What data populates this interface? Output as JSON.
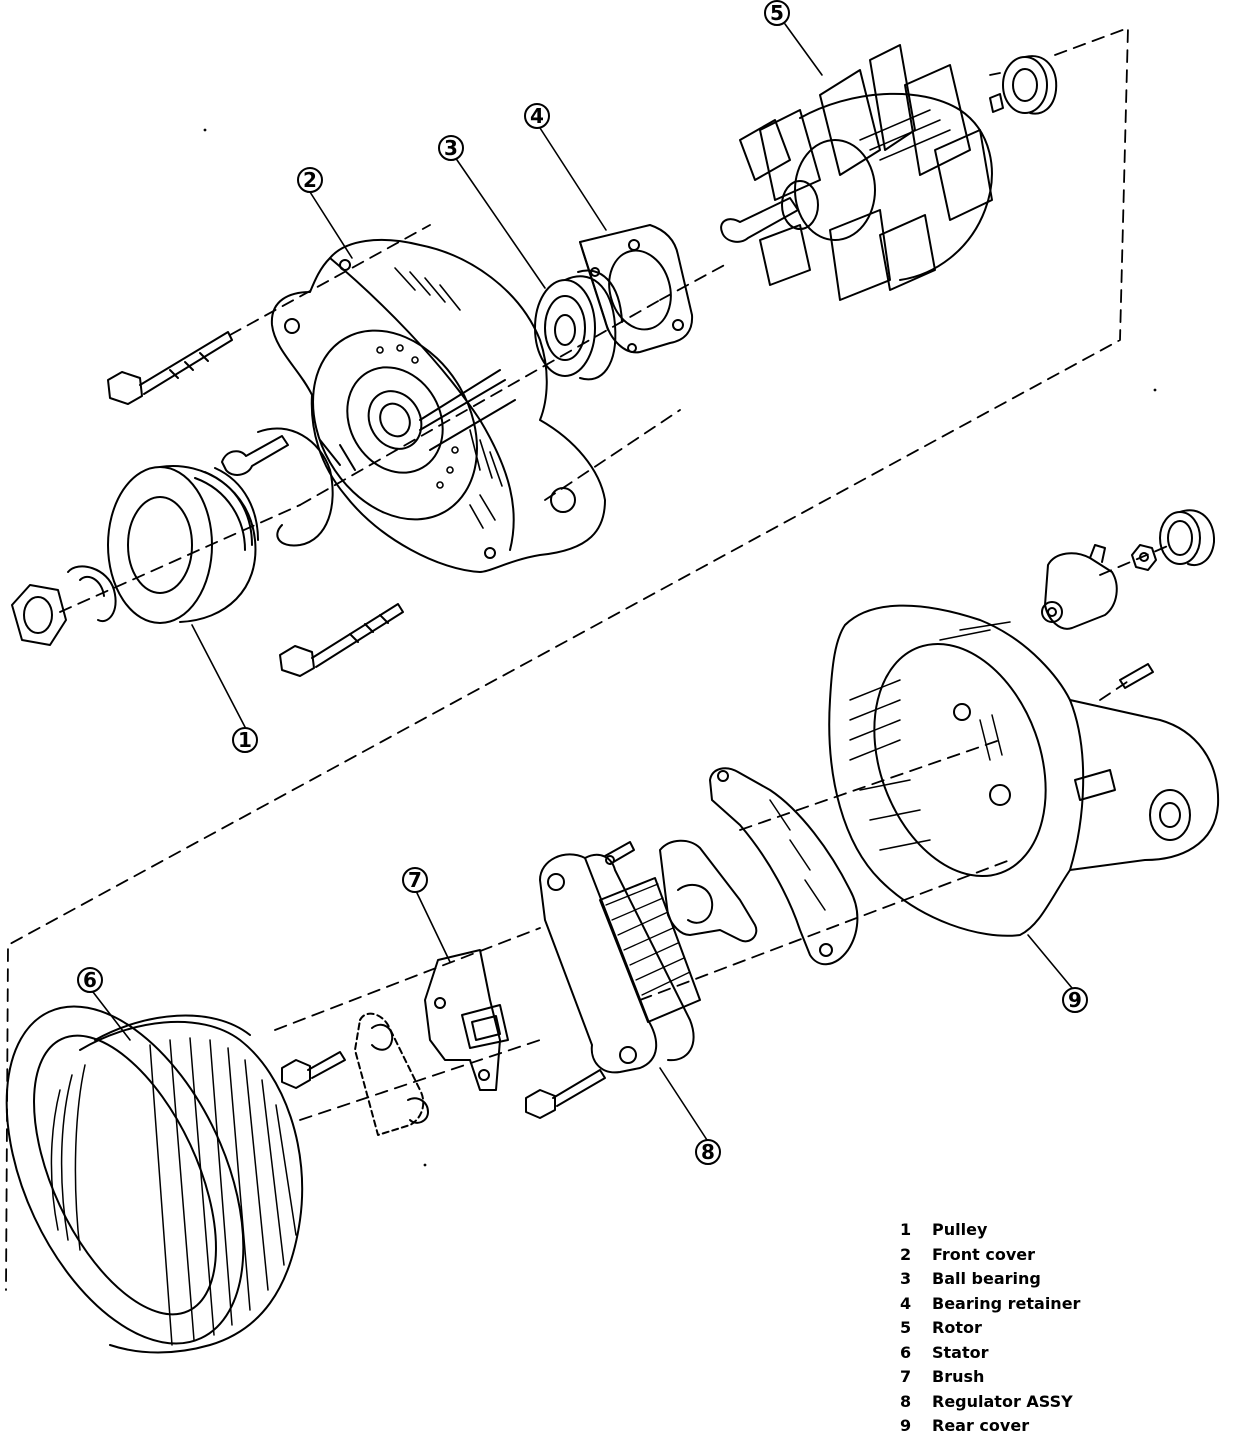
{
  "callouts": [
    "1",
    "2",
    "3",
    "4",
    "5",
    "6",
    "7",
    "8",
    "9"
  ],
  "legend": [
    {
      "num": "1",
      "label": "Pulley"
    },
    {
      "num": "2",
      "label": "Front cover"
    },
    {
      "num": "3",
      "label": "Ball bearing"
    },
    {
      "num": "4",
      "label": "Bearing retainer"
    },
    {
      "num": "5",
      "label": "Rotor"
    },
    {
      "num": "6",
      "label": "Stator"
    },
    {
      "num": "7",
      "label": "Brush"
    },
    {
      "num": "8",
      "label": "Regulator ASSY"
    },
    {
      "num": "9",
      "label": "Rear cover"
    }
  ],
  "colors": {
    "ink": "#000000",
    "paper": "#ffffff"
  }
}
